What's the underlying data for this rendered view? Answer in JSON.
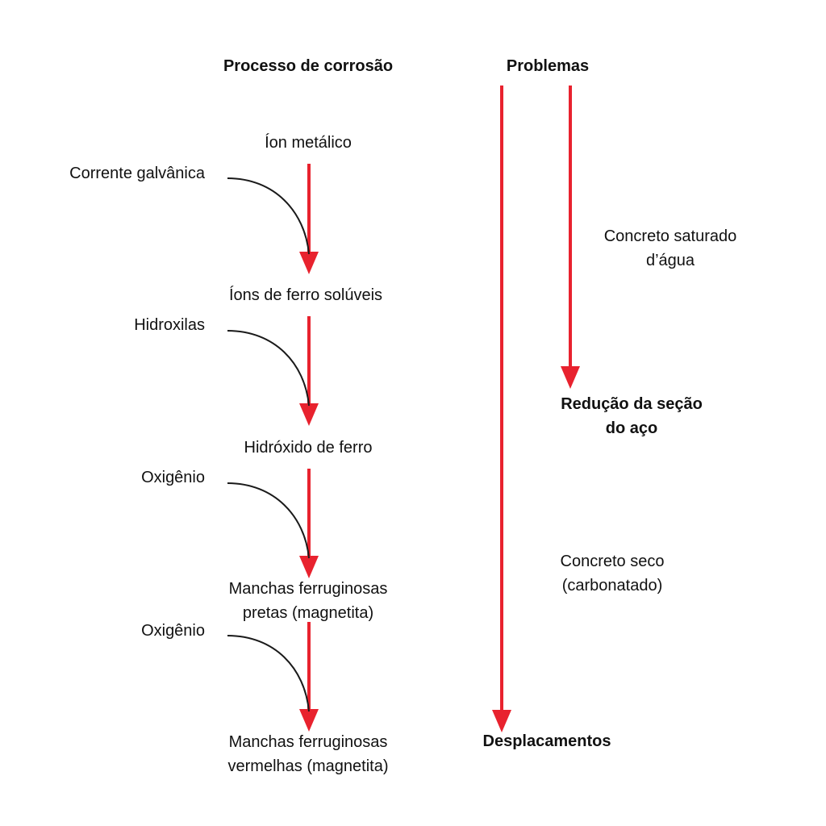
{
  "headers": {
    "process": "Processo de corrosão",
    "problems": "Problemas"
  },
  "process_steps": [
    {
      "line1": "Íon metálico"
    },
    {
      "line1": "Íons de ferro solúveis"
    },
    {
      "line1": "Hidróxido de ferro"
    },
    {
      "line1": "Manchas ferruginosas",
      "line2": "pretas (magnetita)"
    },
    {
      "line1": "Manchas ferruginosas",
      "line2": "vermelhas (magnetita)"
    }
  ],
  "reagents": [
    "Corrente galvânica",
    "Hidroxilas",
    "Oxigênio",
    "Oxigênio"
  ],
  "problems": {
    "saturated": {
      "line1": "Concreto saturado",
      "line2": "d’água"
    },
    "section_reduction": {
      "line1": "Redução da seção",
      "line2": "do aço"
    },
    "dry": {
      "line1": "Concreto seco",
      "line2": "(carbonatado)"
    },
    "displacements": "Desplacamentos"
  },
  "colors": {
    "arrow": "#e8222e",
    "curve": "#1a1a1a",
    "text": "#111111"
  }
}
